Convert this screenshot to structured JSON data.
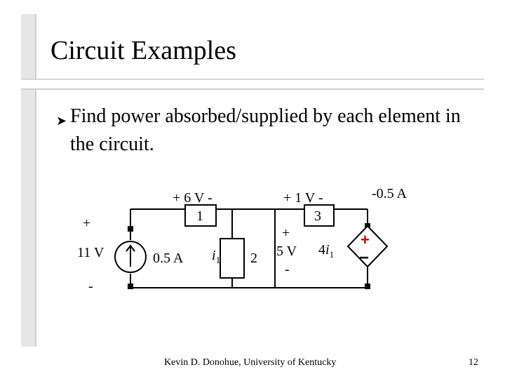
{
  "slide": {
    "title": "Circuit Examples",
    "bullet": "Find power absorbed/supplied by each element in the circuit.",
    "footer": "Kevin D. Donohue, University of Kentucky",
    "page_number": "12"
  },
  "circuit": {
    "source_v_plus": "+",
    "source_v_value": "11 V",
    "source_v_minus": "-",
    "source_current": "0.5 A",
    "element1_voltage": "+ 6 V -",
    "element1_label": "1",
    "current_label_base": "i",
    "current_label_sub": "1",
    "element2_label": "2",
    "element3_voltage": "+ 1 V -",
    "element3_label": "3",
    "mid_v_plus": "+",
    "mid_v_value": "5 V",
    "mid_v_minus": "-",
    "dep_source_coeff": "4",
    "dep_source_var": "i",
    "dep_source_sub": "1",
    "dep_source_current": "-0.5 A",
    "dep_plus_glyph": "+",
    "dep_minus_glyph": "−",
    "dep_plus_color": "#cc0000"
  }
}
